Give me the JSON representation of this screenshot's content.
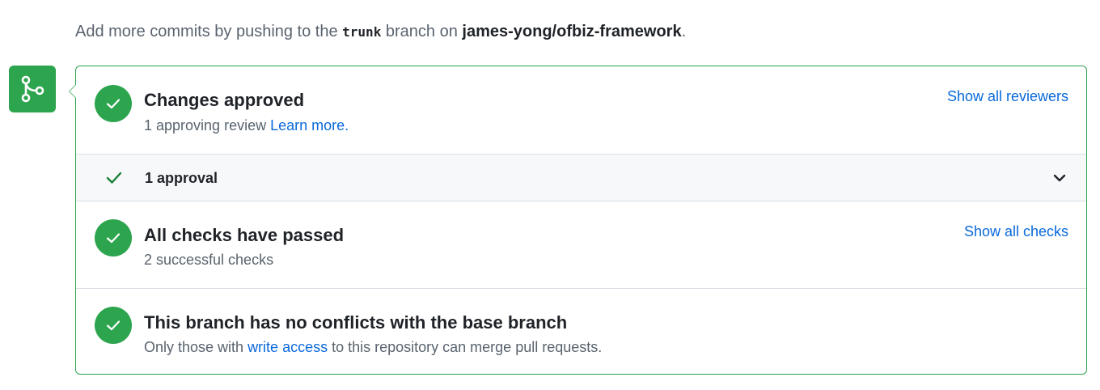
{
  "hint": {
    "prefix": "Add more commits by pushing to the ",
    "branch": "trunk",
    "middle": " branch on ",
    "repo": "james-yong/ofbiz-framework",
    "suffix": "."
  },
  "icons": {
    "merge_badge": "git-merge-icon",
    "status": "check-circle-icon",
    "approval": "check-icon",
    "expand": "chevron-down-icon"
  },
  "colors": {
    "success": "#2da44e",
    "link": "#0969da",
    "muted": "#59636e"
  },
  "approved": {
    "title": "Changes approved",
    "subtitle_prefix": "1 approving review ",
    "learn_more": "Learn more.",
    "action": "Show all reviewers"
  },
  "approvals": {
    "label": "1 approval"
  },
  "checks": {
    "title": "All checks have passed",
    "subtitle": "2 successful checks",
    "action": "Show all checks"
  },
  "conflicts": {
    "title": "This branch has no conflicts with the base branch",
    "subtitle_prefix": "Only those with ",
    "write_access": "write access",
    "subtitle_suffix": " to this repository can merge pull requests."
  }
}
